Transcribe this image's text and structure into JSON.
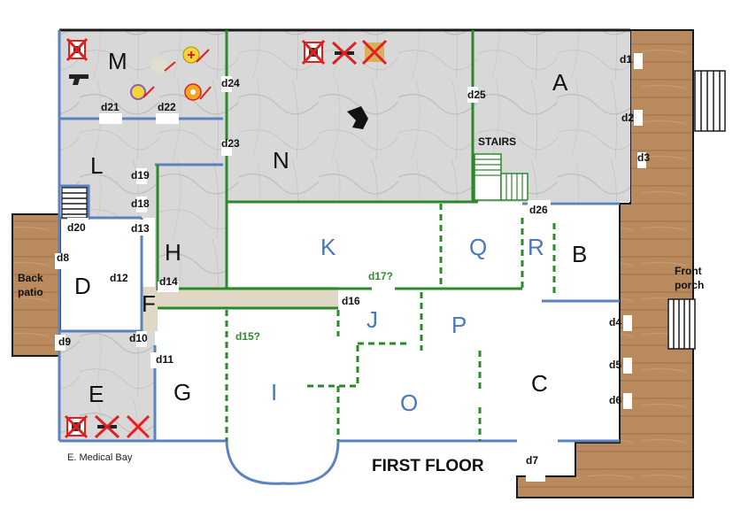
{
  "title": "FIRST FLOOR",
  "caption": "E. Medical Bay",
  "labels": {
    "stairs": "STAIRS",
    "back_patio_1": "Back",
    "back_patio_2": "patio",
    "front_porch_1": "Front",
    "front_porch_2": "porch"
  },
  "rooms": {
    "A": "A",
    "C": "C",
    "D": "D",
    "E": "E",
    "F": "F",
    "G": "G",
    "H": "H",
    "I": "I",
    "J": "J",
    "K": "K",
    "L": "L",
    "M": "M",
    "N": "N",
    "O": "O",
    "P": "P",
    "Q": "Q",
    "R": "R",
    "B": "B"
  },
  "doors": {
    "d1": "d1",
    "d2": "d2",
    "d3": "d3",
    "d4": "d4",
    "d5": "d5",
    "d6": "d6",
    "d7": "d7",
    "d8": "d8",
    "d9": "d9",
    "d10": "d10",
    "d11": "d11",
    "d12": "d12",
    "d13": "d13",
    "d14": "d14",
    "d15": "d15?",
    "d16": "d16",
    "d17": "d17?",
    "d18": "d18",
    "d19": "d19",
    "d20": "d20",
    "d21": "d21",
    "d22": "d22",
    "d23": "d23",
    "d24": "d24",
    "d25": "d25",
    "d26": "d26"
  },
  "colors": {
    "marble": "#dcdcdc",
    "wood": "#b98a5e",
    "blue_wall": "#5b82c0",
    "green_wall": "#2a8a2a",
    "red_x": "#e02020",
    "corridor": "#e0d8c4"
  },
  "icons": [
    "pistol-icon",
    "crossed-out-item-icon",
    "medkit-icon",
    "bandage-icon",
    "fire-icon",
    "body-marker-icon"
  ]
}
